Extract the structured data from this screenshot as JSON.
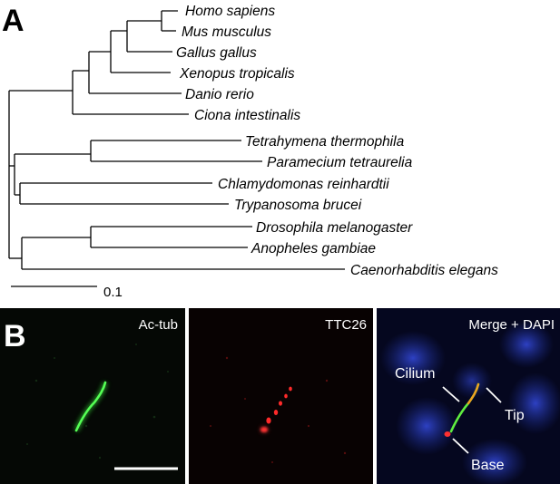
{
  "panel_a": {
    "letter": "A",
    "taxa": [
      "Homo sapiens",
      "Mus musculus",
      "Gallus gallus",
      "Xenopus tropicalis",
      "Danio rerio",
      "Ciona intestinalis",
      "Tetrahymena thermophila",
      "Paramecium tetraurelia",
      "Chlamydomonas reinhardtii",
      "Trypanosoma brucei",
      "Drosophila melanogaster",
      "Anopheles gambiae",
      "Caenorhabditis elegans"
    ],
    "scale_bar_label": "0.1"
  },
  "panel_b": {
    "letter": "B",
    "labels": {
      "ac_tub": "Ac-tub",
      "ttc26": "TTC26",
      "merge": "Merge + DAPI"
    },
    "annotations": {
      "cilium": "Cilium",
      "tip": "Tip",
      "base": "Base"
    }
  },
  "colors": {
    "ac_tub_signal": "#33dd33",
    "ttc26_signal": "#ee2222",
    "dapi": "#2233aa",
    "merge_overlap": "#e8a020",
    "scale_bar": "#ffffff"
  }
}
